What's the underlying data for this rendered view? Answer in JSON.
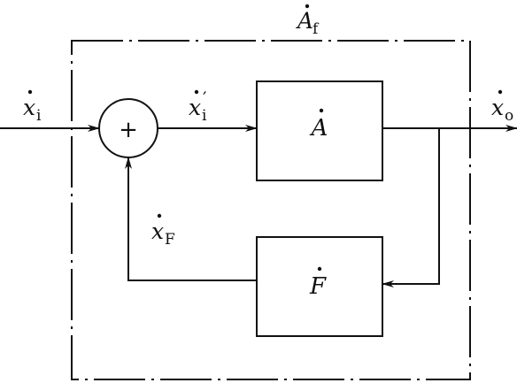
{
  "diagram": {
    "overall_system": {
      "symbol": "A",
      "subscript": "f"
    },
    "input": {
      "symbol": "x",
      "subscript": "i"
    },
    "net_input": {
      "symbol": "x",
      "subscript": "i",
      "prime": "′"
    },
    "output": {
      "symbol": "x",
      "subscript": "o"
    },
    "feedback_signal": {
      "symbol": "x",
      "subscript": "F"
    },
    "summing_junction": {
      "sign": "+"
    },
    "forward_block": {
      "symbol": "A"
    },
    "feedback_block": {
      "symbol": "F"
    }
  }
}
